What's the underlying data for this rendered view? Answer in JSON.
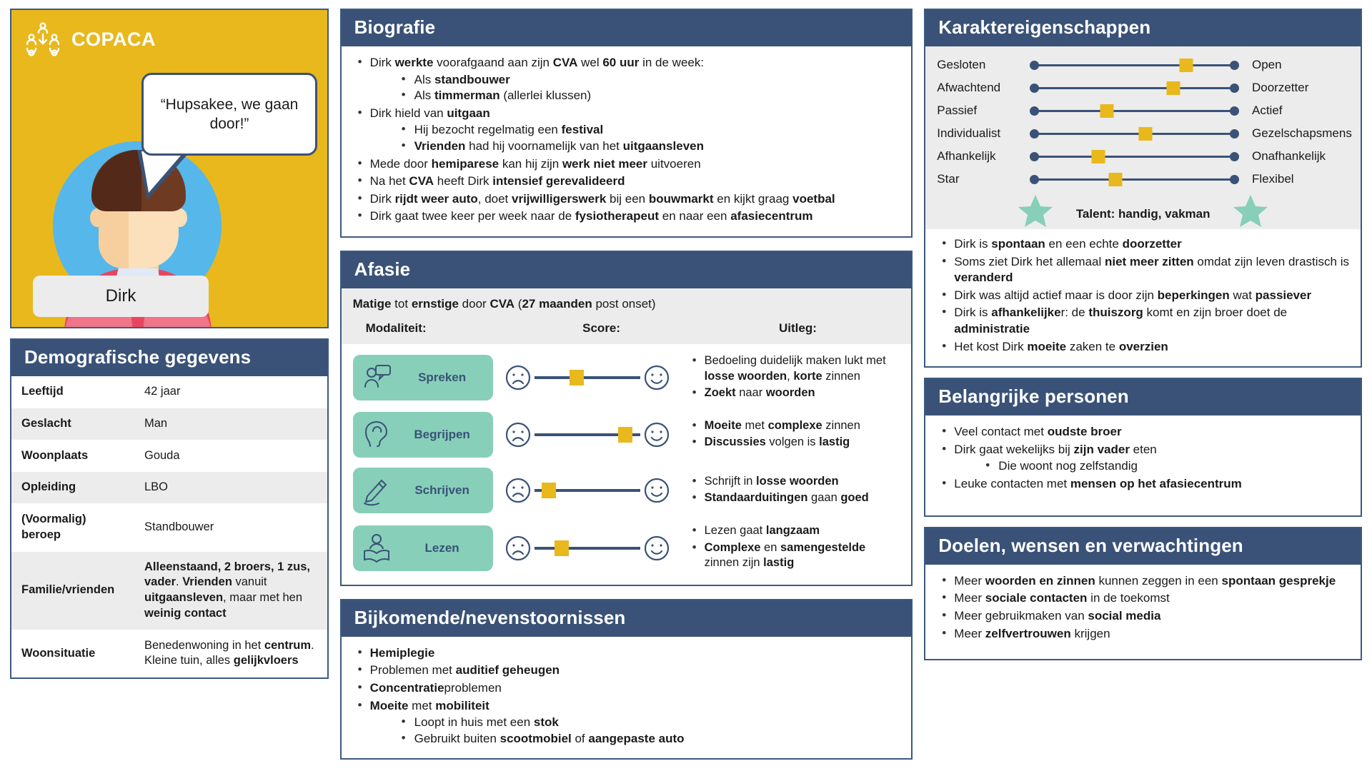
{
  "profile": {
    "brand": "COPACA",
    "quote": "“Hupsakee, we gaan door!”",
    "name": "Dirk"
  },
  "demographics": {
    "title": "Demografische gegevens",
    "rows": [
      {
        "key": "Leeftijd",
        "value": "42 jaar"
      },
      {
        "key": "Geslacht",
        "value": "Man"
      },
      {
        "key": "Woonplaats",
        "value": "Gouda"
      },
      {
        "key": "Opleiding",
        "value": "LBO"
      },
      {
        "key": "(Voormalig) beroep",
        "value": "Standbouwer"
      },
      {
        "key": "Familie/vrienden",
        "value": "Alleenstaand, 2 broers, 1 zus, vader. Vrienden vanuit uitgaansleven, maar met hen weinig contact"
      },
      {
        "key": "Woonsituatie",
        "value": "Benedenwoning in het centrum. Kleine tuin, alles gelijkvloers"
      }
    ]
  },
  "biografie": {
    "title": "Biografie",
    "items": [
      {
        "text": "Dirk werkte voorafgaand aan zijn CVA wel 60 uur in de week:",
        "sub": [
          "Als standbouwer",
          "Als timmerman (allerlei klussen)"
        ]
      },
      {
        "text": "Dirk hield van uitgaan",
        "sub": [
          "Hij bezocht regelmatig een festival",
          "Vrienden had hij voornamelijk van het uitgaansleven"
        ]
      },
      {
        "text": "Mede door hemiparese kan hij zijn werk niet meer uitvoeren",
        "sub": []
      },
      {
        "text": "Na het CVA heeft Dirk intensief gerevalideerd",
        "sub": []
      },
      {
        "text": "Dirk rijdt weer auto, doet vrijwilligerswerk bij een bouwmarkt en kijkt graag voetbal",
        "sub": []
      },
      {
        "text": "Dirk gaat twee keer per week naar de fysiotherapeut en naar een afasiecentrum",
        "sub": []
      }
    ]
  },
  "afasie": {
    "title": "Afasie",
    "intro": "Matige tot ernstige door CVA (27 maanden post onset)",
    "columns": {
      "modality": "Modaliteit:",
      "score": "Score:",
      "explanation": "Uitleg:"
    },
    "rows": [
      {
        "modality": "Spreken",
        "icon": "speaking-icon",
        "score_percent": 40,
        "explanation": [
          "Bedoeling duidelijk maken lukt met losse woorden, korte zinnen",
          "Zoekt naar woorden"
        ]
      },
      {
        "modality": "Begrijpen",
        "icon": "ear-icon",
        "score_percent": 86,
        "explanation": [
          "Moeite met complexe zinnen",
          "Discussies volgen is lastig"
        ]
      },
      {
        "modality": "Schrijven",
        "icon": "writing-hand-icon",
        "score_percent": 14,
        "explanation": [
          "Schrijft in losse woorden",
          "Standaarduitingen gaan goed"
        ]
      },
      {
        "modality": "Lezen",
        "icon": "reading-book-icon",
        "score_percent": 26,
        "explanation": [
          "Lezen gaat langzaam",
          "Complexe en samengestelde zinnen zijn lastig"
        ]
      }
    ]
  },
  "bijkomend": {
    "title": "Bijkomende/nevenstoornissen",
    "items": [
      {
        "text": "Hemiplegie",
        "sub": []
      },
      {
        "text": "Problemen met auditief geheugen",
        "sub": []
      },
      {
        "text": "Concentratieproblemen",
        "sub": []
      },
      {
        "text": "Moeite met mobiliteit",
        "sub": [
          "Loopt in huis met een stok",
          "Gebruikt buiten scootmobiel of aangepaste auto"
        ]
      }
    ]
  },
  "karakter": {
    "title": "Karaktereigenschappen",
    "scales": [
      {
        "left": "Gesloten",
        "right": "Open",
        "percent": 74
      },
      {
        "left": "Afwachtend",
        "right": "Doorzetter",
        "percent": 68
      },
      {
        "left": "Passief",
        "right": "Actief",
        "percent": 37
      },
      {
        "left": "Individualist",
        "right": "Gezelschapsmens",
        "percent": 55
      },
      {
        "left": "Afhankelijk",
        "right": "Onafhankelijk",
        "percent": 33
      },
      {
        "left": "Star",
        "right": "Flexibel",
        "percent": 41
      }
    ],
    "talent": "Talent: handig, vakman",
    "items": [
      {
        "text": "Dirk is spontaan en een echte doorzetter",
        "sub": []
      },
      {
        "text": "Soms ziet Dirk het allemaal niet meer zitten omdat zijn leven drastisch is veranderd",
        "sub": []
      },
      {
        "text": "Dirk was altijd actief maar is door zijn beperkingen wat passiever",
        "sub": []
      },
      {
        "text": "Dirk is afhankelijker: de thuiszorg komt en zijn broer doet de administratie",
        "sub": []
      },
      {
        "text": "Het kost Dirk moeite zaken te overzien",
        "sub": []
      }
    ]
  },
  "personen": {
    "title": "Belangrijke personen",
    "items": [
      {
        "text": "Veel contact met oudste broer",
        "sub": []
      },
      {
        "text": "Dirk gaat wekelijks bij zijn vader eten",
        "sub": [
          "Die woont nog zelfstandig"
        ]
      },
      {
        "text": "Leuke contacten met mensen op het afasiecentrum",
        "sub": []
      }
    ]
  },
  "doelen": {
    "title": "Doelen, wensen en verwachtingen",
    "items": [
      {
        "text": "Meer woorden en zinnen kunnen zeggen in een spontaan gesprekje",
        "sub": []
      },
      {
        "text": "Meer sociale contacten in de toekomst",
        "sub": []
      },
      {
        "text": "Meer gebruikmaken van social media",
        "sub": []
      },
      {
        "text": "Meer zelfvertrouwen krijgen",
        "sub": []
      }
    ]
  },
  "bold_terms": [
    "werkte",
    "60 uur",
    "standbouwer",
    "timmerman",
    "uitgaan",
    "festival",
    "Vrienden",
    "uitgaansleven",
    "hemiparese",
    "werk niet meer",
    "intensief gerevalideerd",
    "rijdt weer auto",
    "vrijwilligerswerk",
    "bouwmarkt",
    "voetbal",
    "fysiotherapeut",
    "afasiecentrum",
    "Matige",
    "ernstige",
    "CVA",
    "27 maanden",
    "losse",
    "korte",
    "Zoekt",
    "woorden",
    "Moeite",
    "complexe",
    "Discussies",
    "losse woorden",
    "Standaarduitingen",
    "goed",
    "langzaam",
    "Complexe",
    "samengestelde",
    "lastig",
    "Hemiplegie",
    "auditief geheugen",
    "Concentratie",
    "mobiliteit",
    "stok",
    "scootmobiel",
    "aangepaste auto",
    "spontaan",
    "doorzetter",
    "niet meer zitten",
    "veranderd",
    "beperkingen",
    "passiever",
    "afhankelijke",
    "thuiszorg",
    "administratie",
    "moeite",
    "overzien",
    "oudste broer",
    "zijn vader",
    "mensen op het afasiecentrum",
    "woorden en zinnen",
    "spontaan gesprekje",
    "sociale contacten",
    "social media",
    "zelfvertrouwen",
    "Alleenstaand, 2 broers, 1 zus, vader",
    "Vrienden",
    "weinig contact",
    "centrum",
    "gelijkvloers",
    "afhankelijke r"
  ],
  "colors": {
    "brand_yellow": "#e8b81d",
    "header_blue": "#3a5277",
    "chip_green": "#87cfb9",
    "row_grey": "#ececec",
    "knob_yellow": "#e8b81d"
  }
}
